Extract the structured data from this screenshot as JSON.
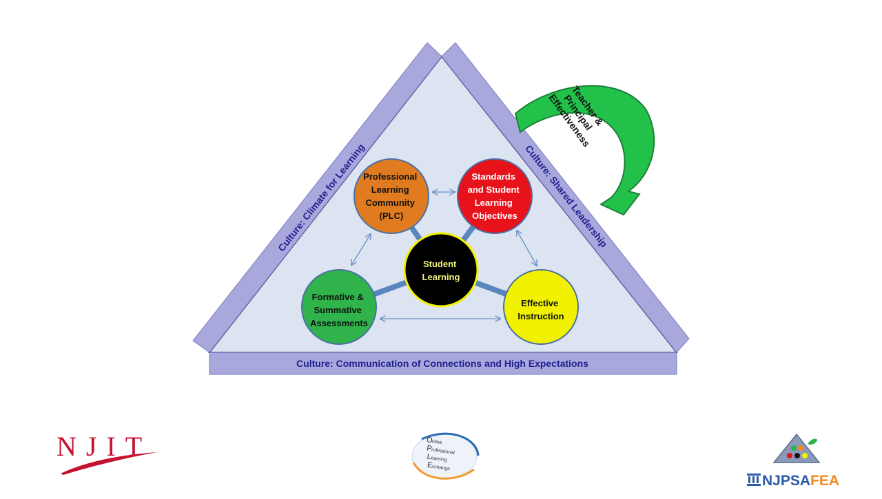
{
  "diagram": {
    "center": {
      "lines": [
        "Student",
        "Learning"
      ],
      "fill": "#000000",
      "stroke": "#f2f200",
      "text_color": "#f2f27a"
    },
    "nodes": [
      {
        "id": "plc",
        "lines": [
          "Professional",
          "Learning",
          "Community",
          "(PLC)"
        ],
        "fill": "#e07b1f",
        "stroke": "#4a6fa5",
        "text_color": "#111111"
      },
      {
        "id": "standards",
        "lines": [
          "Standards",
          "and Student",
          "Learning",
          "Objectives"
        ],
        "fill": "#e8121a",
        "stroke": "#4a6fa5",
        "text_color": "#ffffff"
      },
      {
        "id": "formative",
        "lines": [
          "Formative &",
          "Summative",
          "Assessments"
        ],
        "fill": "#2fb34a",
        "stroke": "#4a6fa5",
        "text_color": "#111111"
      },
      {
        "id": "instruction",
        "lines": [
          "Effective",
          "Instruction"
        ],
        "fill": "#f2f200",
        "stroke": "#4a6fa5",
        "text_color": "#111111"
      }
    ],
    "bands": {
      "left": "Culture: Climate for Learning",
      "right": "Culture: Shared Leadership",
      "bottom": "Culture: Communication of Connections and High Expectations"
    },
    "curved_arrow": {
      "lines": [
        "Teacher &",
        "Principal",
        "Effectiveness"
      ],
      "fill": "#22c24a"
    },
    "colors": {
      "triangle_fill": "#dce3f1",
      "band_fill": "#a9a8dc",
      "band_stroke": "#7d7cc2",
      "spoke": "#5b85bd",
      "connector": "#6a8fc7"
    }
  },
  "logos": {
    "njit": {
      "text": "NJIT",
      "color": "#c4122f"
    },
    "ople": {
      "letters": [
        "O",
        "P",
        "L",
        "E"
      ],
      "words": [
        "nline",
        "rofessional",
        "earning",
        "xchange"
      ]
    },
    "njpsa": {
      "part1": "NJPSA",
      "part2": "FEA",
      "color1": "#2b5aa8",
      "color2": "#f28a1e"
    }
  }
}
